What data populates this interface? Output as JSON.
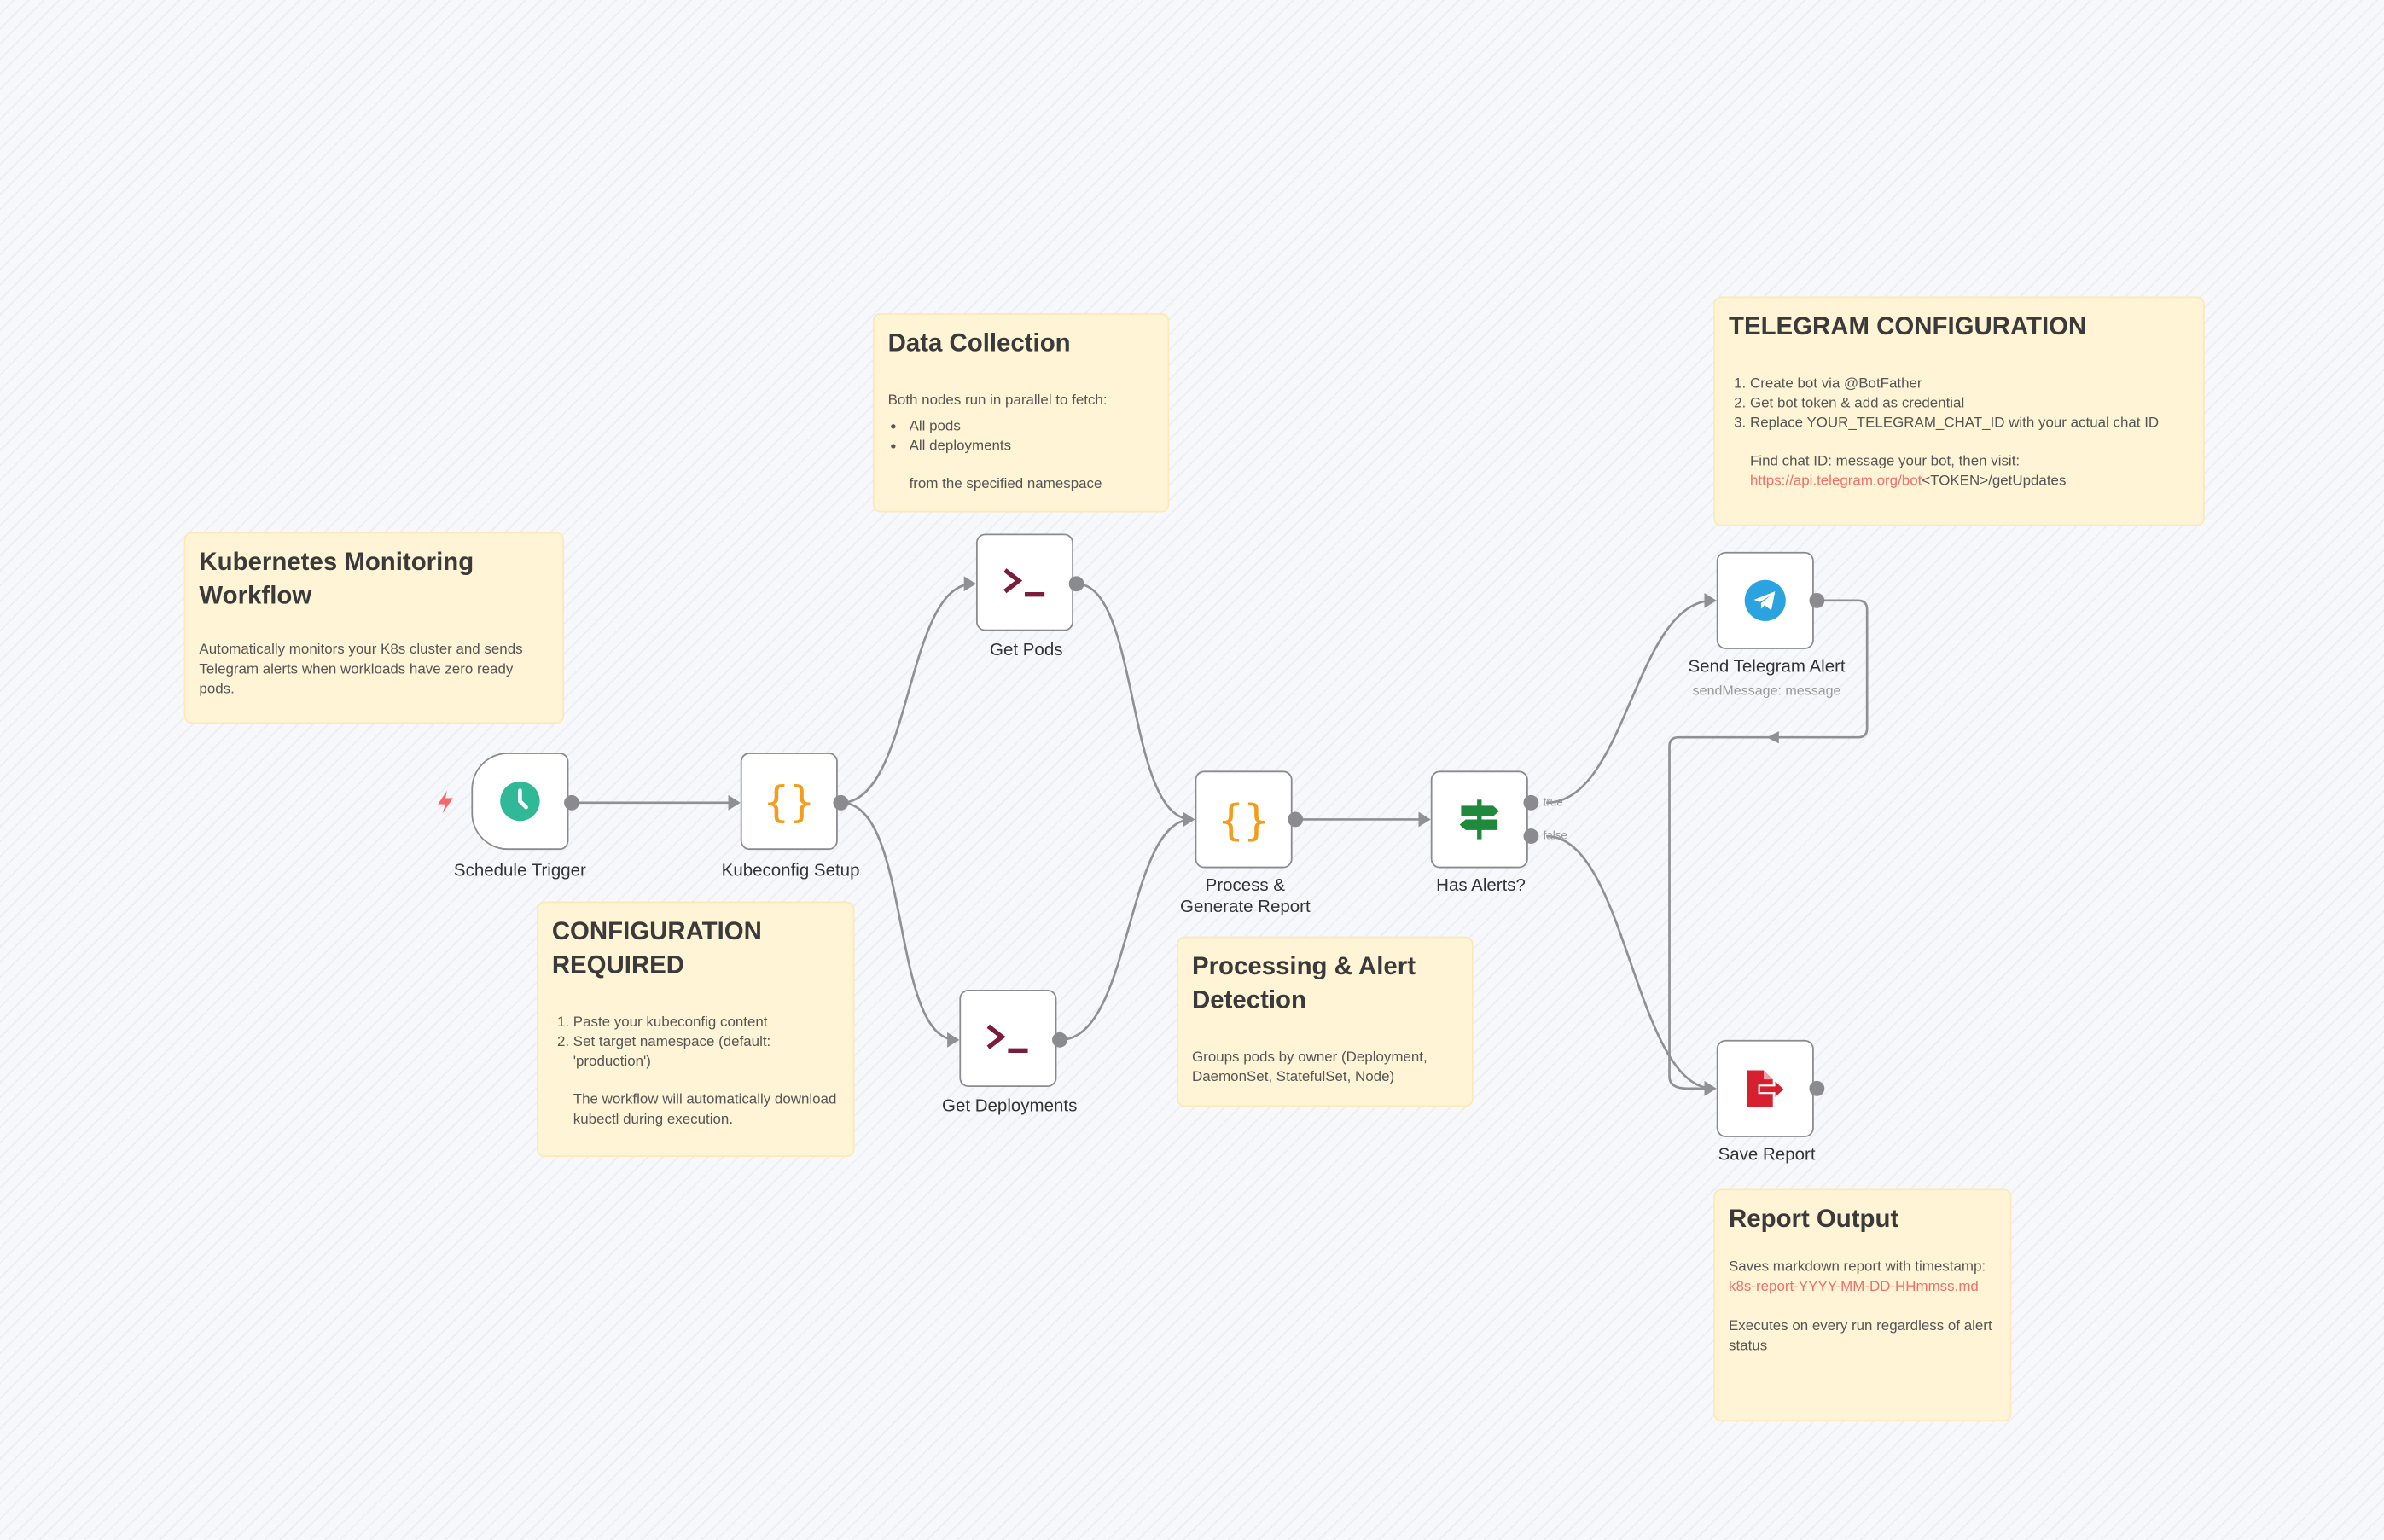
{
  "notes": {
    "overview": {
      "title": "Kubernetes Monitoring Workflow",
      "body": "Automatically monitors your K8s cluster and sends Telegram alerts when workloads have zero ready pods."
    },
    "data_collection": {
      "title": "Data Collection",
      "intro": "Both nodes run in parallel to fetch:",
      "bullets": [
        "All pods",
        "All deployments"
      ],
      "footer": "from the specified namespace"
    },
    "telegram_config": {
      "title": "TELEGRAM CONFIGURATION",
      "steps": [
        "Create bot via @BotFather",
        "Get bot token & add as credential",
        "Replace YOUR_TELEGRAM_CHAT_ID with your actual chat ID"
      ],
      "find": "Find chat ID: message your bot, then visit:",
      "link": "https://api.telegram.org/bot",
      "link_suffix": "<TOKEN>/getUpdates"
    },
    "config_required": {
      "title": "CONFIGURATION REQUIRED",
      "steps": [
        "Paste your kubeconfig content",
        "Set target namespace (default: 'production')"
      ],
      "footer": "The workflow will automatically download kubectl during execution."
    },
    "processing": {
      "title": "Processing & Alert Detection",
      "body": "Groups pods by owner (Deployment, DaemonSet, StatefulSet, Node)"
    },
    "report_output": {
      "title": "Report Output",
      "body": "Saves markdown report with timestamp:",
      "filename": "k8s-report-YYYY-MM-DD-HHmmss.md",
      "footer": "Executes on every run regardless of alert status"
    }
  },
  "nodes": {
    "schedule": {
      "label": "Schedule Trigger",
      "icon": "clock-icon",
      "color": "#2fb996"
    },
    "kubeconfig": {
      "label": "Kubeconfig Setup",
      "icon": "code-braces-icon",
      "color": "#f59c1a"
    },
    "get_pods": {
      "label": "Get Pods",
      "icon": "terminal-icon",
      "color": "#7a1d3a"
    },
    "get_deployments": {
      "label": "Get Deployments",
      "icon": "terminal-icon",
      "color": "#7a1d3a"
    },
    "process": {
      "label": "Process & Generate Report",
      "icon": "code-braces-icon",
      "color": "#f59c1a"
    },
    "has_alerts": {
      "label": "Has Alerts?",
      "icon": "signpost-icon",
      "color": "#1f8a3b",
      "true_label": "true",
      "false_label": "false"
    },
    "telegram": {
      "label": "Send Telegram Alert",
      "subtitle": "sendMessage: message",
      "icon": "telegram-icon",
      "color": "#2aa3e0"
    },
    "save": {
      "label": "Save Report",
      "icon": "file-export-icon",
      "color": "#d6202f"
    }
  }
}
